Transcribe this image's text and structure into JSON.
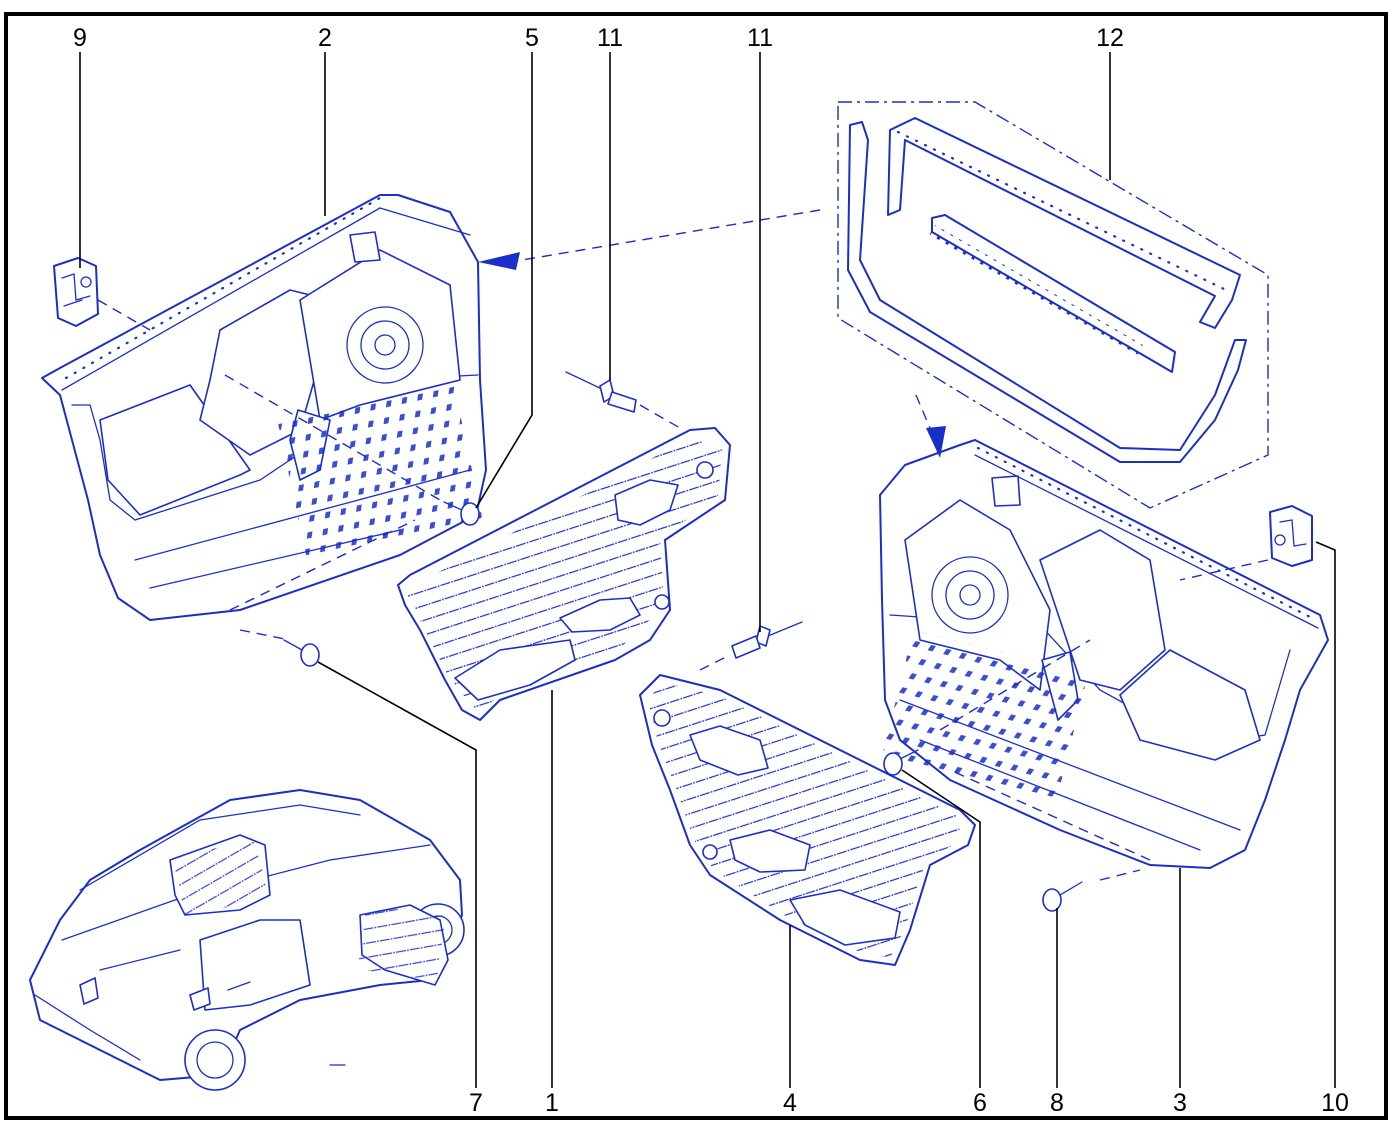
{
  "diagram": {
    "callouts": {
      "c1": "1",
      "c2": "2",
      "c3": "3",
      "c4": "4",
      "c5": "5",
      "c6": "6",
      "c7": "7",
      "c8": "8",
      "c9": "9",
      "c10": "10",
      "c11a": "11",
      "c11b": "11",
      "c12": "12"
    },
    "colors": {
      "line_art": "#1a2fc8",
      "frame": "#000000",
      "background": "#ffffff"
    }
  }
}
